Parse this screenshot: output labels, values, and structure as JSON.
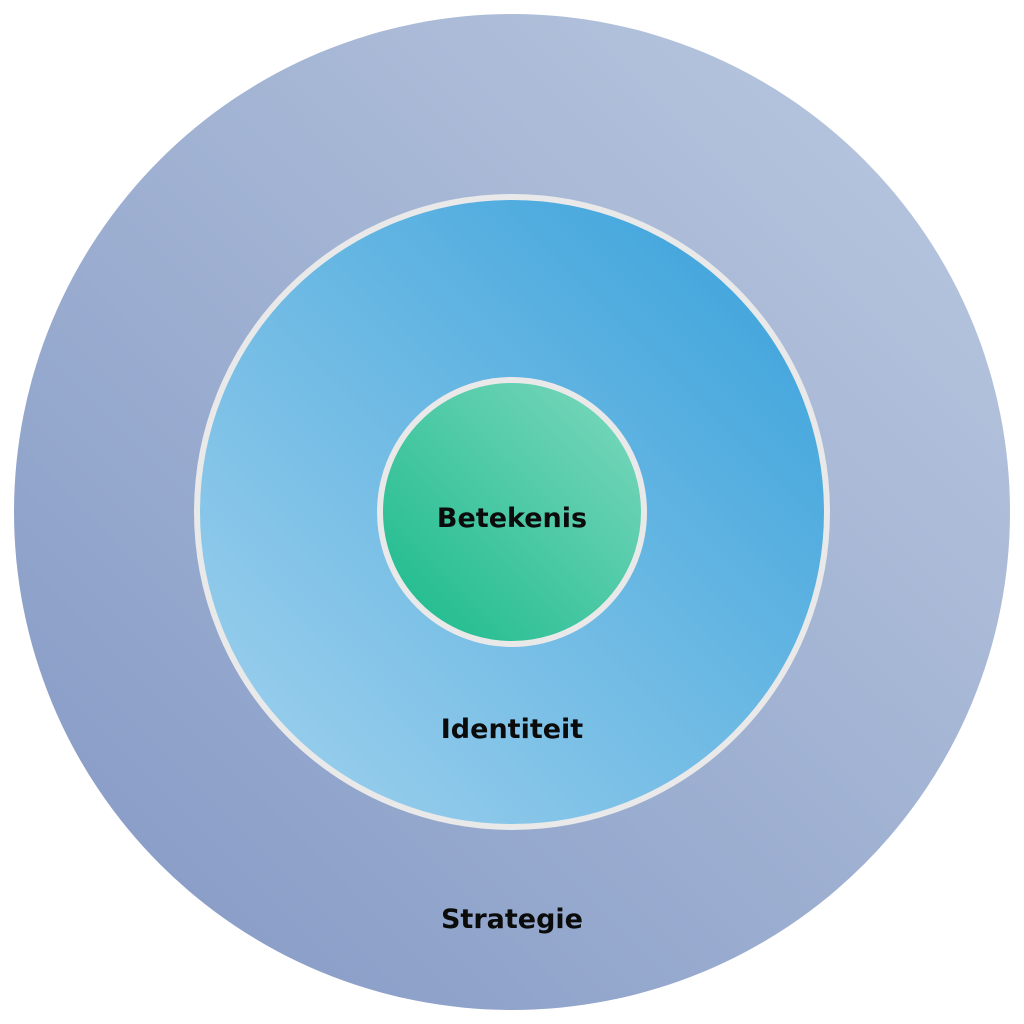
{
  "diagram": {
    "rings": [
      {
        "id": "outer",
        "label": "Strategie",
        "gradient_from": "#bccae0",
        "gradient_to": "#8297c4"
      },
      {
        "id": "middle",
        "label": "Identiteit",
        "gradient_from": "#36a0da",
        "gradient_to": "#a4d3ee",
        "border": "#e9e9ea"
      },
      {
        "id": "inner",
        "label": "Betekenis",
        "gradient_from": "#7fd9bf",
        "gradient_to": "#18b98a",
        "border": "#e9e9ea"
      }
    ]
  }
}
